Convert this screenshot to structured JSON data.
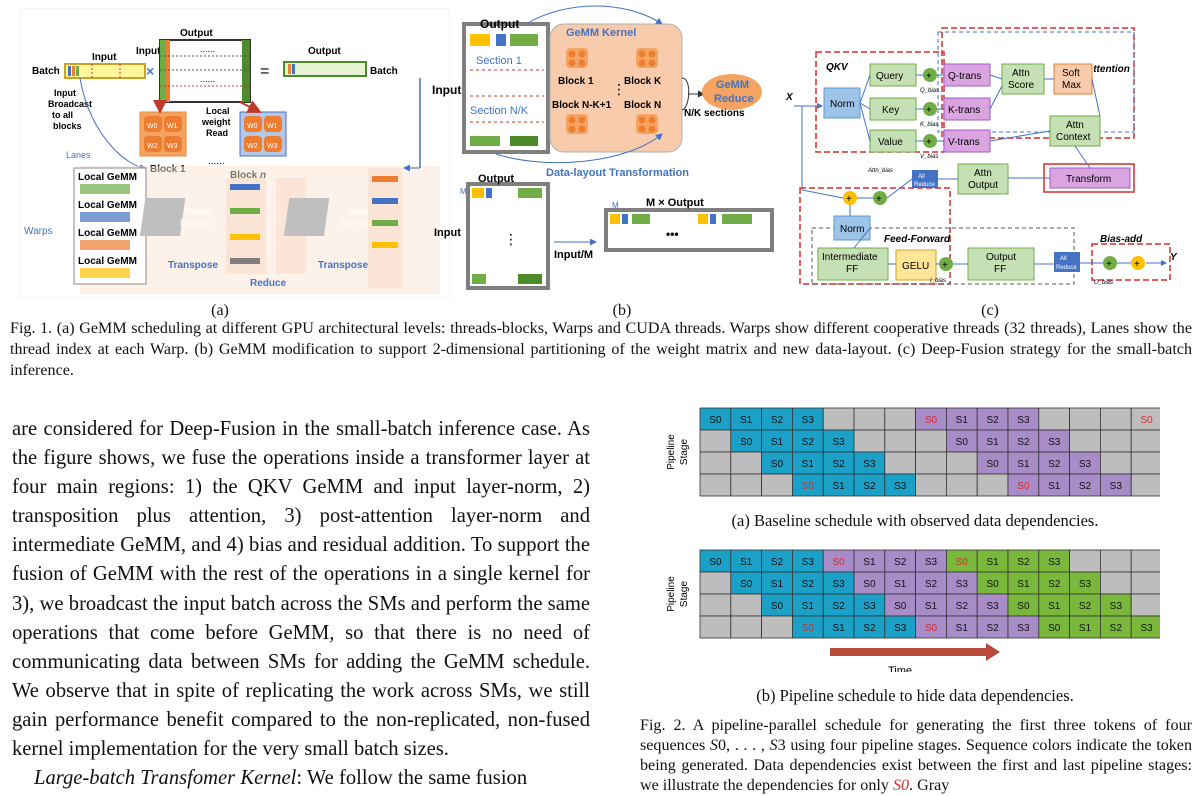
{
  "figure1": {
    "panel_a": {
      "sublabel": "(a)",
      "labels": {
        "input": "Input",
        "output": "Output",
        "batch": "Batch",
        "input_broadcast": [
          "Input",
          "Broadcast",
          "to all",
          "blocks"
        ],
        "local_weight_read": [
          "Local",
          "weight",
          "Read"
        ],
        "lanes": "Lanes",
        "warps": "Warps",
        "local_gemm": "Local GeMM",
        "block_1": "Block 1",
        "block_n": "Block ",
        "block_n_italic": "n",
        "dots": "......",
        "shared_memory": [
          "Shared",
          "Memory"
        ],
        "transpose": "Transpose",
        "reduce": "Reduce",
        "w0": "W0",
        "w1": "W1",
        "w2": "W2",
        "w3": "W3",
        "times": "×",
        "equals": "="
      }
    },
    "panel_b": {
      "sublabel": "(b)",
      "labels": {
        "output": "Output",
        "input": "Input",
        "section_1": "Section 1",
        "section_nk": "Section N/K",
        "gemm_kernel": "GeMM Kernel",
        "block_1": "Block 1",
        "block_k": "Block K",
        "block_nk1": "Block N-K+1",
        "block_n": "Block N",
        "gemm_reduce": [
          "GeMM",
          "Reduce"
        ],
        "nk_sections": "N/K sections",
        "data_layout": "Data-layout Transformation",
        "m": "M",
        "m_times_output": "M × Output",
        "input_m": "Input/M",
        "dots": "•••"
      }
    },
    "panel_c": {
      "sublabel": "(c)",
      "labels": {
        "qkv": "QKV",
        "attention": "Attention",
        "x": "X",
        "y": "Y",
        "norm": "Norm",
        "query": "Query",
        "key": "Key",
        "value": "Value",
        "q_bias": "Q_bias",
        "k_bias": "K_bias",
        "v_bias": "V_bias",
        "q_trans": "Q-trans",
        "k_trans": "K-trans",
        "v_trans": "V-trans",
        "attn_score": [
          "Attn",
          "Score"
        ],
        "soft_max": [
          "Soft",
          "Max"
        ],
        "attn_context": [
          "Attn",
          "Context"
        ],
        "transform": "Transform",
        "attn_output": [
          "Attn",
          "Output"
        ],
        "all_reduce": [
          "All",
          "Reduce"
        ],
        "attn_bias": "Attn_bias",
        "feed_forward": "Feed-Forward",
        "intermediate_ff": [
          "Intermediate",
          "FF"
        ],
        "gelu": "GELU",
        "i_bias": "I_bias",
        "output_ff": [
          "Output",
          "FF"
        ],
        "bias_add": "Bias-add",
        "o_bias": "O_bias",
        "plus": "+"
      }
    },
    "caption": "Fig. 1.   (a) GeMM scheduling at different GPU architectural levels: threads-blocks, Warps and CUDA threads. Warps show different cooperative threads (32 threads), Lanes show the thread index at each Warp. (b) GeMM modification to support 2-dimensional partitioning of the weight matrix and new data-layout. (c) Deep-Fusion strategy for the small-batch inference."
  },
  "body": {
    "paragraph1": "are considered for Deep-Fusion in the small-batch inference case. As the figure shows, we fuse the operations inside a transformer layer at four main regions: 1) the QKV GeMM and input layer-norm, 2) transposition plus attention, 3) post-attention layer-norm and intermediate GeMM, and 4) bias and residual addition. To support the fusion of GeMM with the rest of the operations in a single kernel for 3), we broadcast the input batch across the SMs and perform the same operations that come before GeMM, so that there is no need of communicating data between SMs for adding the GeMM schedule. We observe that in spite of replicating the work across SMs, we still gain performance benefit compared to the non-replicated, non-fused kernel implementation for the very small batch sizes.",
    "paragraph2_title": "Large-batch Transfomer Kernel",
    "paragraph2_text": ": We follow the same fusion"
  },
  "figure2": {
    "stage_label": [
      "Pipeline",
      "Stage"
    ],
    "time_label": "Time",
    "caption_a": "(a) Baseline schedule with observed data dependencies.",
    "caption_b": "(b) Pipeline schedule to hide data dependencies.",
    "caption_prefix": "Fig. 2.   A pipeline-parallel schedule for generating the first three tokens of four sequences ",
    "caption_seq_first": "S",
    "caption_seq_first_num": "0",
    "caption_seq_mid": ", . . . , ",
    "caption_seq_last": "S",
    "caption_seq_last_num": "3",
    "caption_mid": " using four pipeline stages. Sequence colors indicate the token being generated. Data dependencies exist between the first and last pipeline stages: we illustrate the dependencies for only ",
    "caption_red": "S0",
    "caption_suffix": ". Gray",
    "colors": {
      "token1": "#1ba1c8",
      "token2": "#a88cc8",
      "token3": "#79b83b",
      "idle": "#bdbdbd",
      "red_text": "#d92b2b",
      "arrow": "#b84a3a"
    },
    "schedule_a": [
      [
        [
          "S0",
          "c"
        ],
        [
          "S1",
          "c"
        ],
        [
          "S2",
          "c"
        ],
        [
          "S3",
          "c"
        ],
        [
          "",
          "g"
        ],
        [
          "",
          "g"
        ],
        [
          "",
          "g"
        ],
        [
          "S0",
          "pr"
        ],
        [
          "S1",
          "p"
        ],
        [
          "S2",
          "p"
        ],
        [
          "S3",
          "p"
        ],
        [
          "",
          "g"
        ],
        [
          "",
          "g"
        ],
        [
          "",
          "g"
        ],
        [
          "S0",
          "gr"
        ]
      ],
      [
        [
          "",
          "g"
        ],
        [
          "S0",
          "c"
        ],
        [
          "S1",
          "c"
        ],
        [
          "S2",
          "c"
        ],
        [
          "S3",
          "c"
        ],
        [
          "",
          "g"
        ],
        [
          "",
          "g"
        ],
        [
          "",
          "g"
        ],
        [
          "S0",
          "p"
        ],
        [
          "S1",
          "p"
        ],
        [
          "S2",
          "p"
        ],
        [
          "S3",
          "p"
        ],
        [
          "",
          "g"
        ],
        [
          "",
          "g"
        ],
        [
          "",
          "g"
        ]
      ],
      [
        [
          "",
          "g"
        ],
        [
          "",
          "g"
        ],
        [
          "S0",
          "c"
        ],
        [
          "S1",
          "c"
        ],
        [
          "S2",
          "c"
        ],
        [
          "S3",
          "c"
        ],
        [
          "",
          "g"
        ],
        [
          "",
          "g"
        ],
        [
          "",
          "g"
        ],
        [
          "S0",
          "p"
        ],
        [
          "S1",
          "p"
        ],
        [
          "S2",
          "p"
        ],
        [
          "S3",
          "p"
        ],
        [
          "",
          "g"
        ],
        [
          "",
          "g"
        ]
      ],
      [
        [
          "",
          "g"
        ],
        [
          "",
          "g"
        ],
        [
          "",
          "g"
        ],
        [
          "S0",
          "cr"
        ],
        [
          "S1",
          "c"
        ],
        [
          "S2",
          "c"
        ],
        [
          "S3",
          "c"
        ],
        [
          "",
          "g"
        ],
        [
          "",
          "g"
        ],
        [
          "",
          "g"
        ],
        [
          "S0",
          "pr"
        ],
        [
          "S1",
          "p"
        ],
        [
          "S2",
          "p"
        ],
        [
          "S3",
          "p"
        ],
        [
          "",
          "g"
        ]
      ]
    ],
    "schedule_b": [
      [
        [
          "S0",
          "c"
        ],
        [
          "S1",
          "c"
        ],
        [
          "S2",
          "c"
        ],
        [
          "S3",
          "c"
        ],
        [
          "S0",
          "pr"
        ],
        [
          "S1",
          "p"
        ],
        [
          "S2",
          "p"
        ],
        [
          "S3",
          "p"
        ],
        [
          "S0",
          "lr"
        ],
        [
          "S1",
          "l"
        ],
        [
          "S2",
          "l"
        ],
        [
          "S3",
          "l"
        ],
        [
          "",
          "g"
        ],
        [
          "",
          "g"
        ],
        [
          "",
          "g"
        ]
      ],
      [
        [
          "",
          "g"
        ],
        [
          "S0",
          "c"
        ],
        [
          "S1",
          "c"
        ],
        [
          "S2",
          "c"
        ],
        [
          "S3",
          "c"
        ],
        [
          "S0",
          "p"
        ],
        [
          "S1",
          "p"
        ],
        [
          "S2",
          "p"
        ],
        [
          "S3",
          "p"
        ],
        [
          "S0",
          "l"
        ],
        [
          "S1",
          "l"
        ],
        [
          "S2",
          "l"
        ],
        [
          "S3",
          "l"
        ],
        [
          "",
          "g"
        ],
        [
          "",
          "g"
        ]
      ],
      [
        [
          "",
          "g"
        ],
        [
          "",
          "g"
        ],
        [
          "S0",
          "c"
        ],
        [
          "S1",
          "c"
        ],
        [
          "S2",
          "c"
        ],
        [
          "S3",
          "c"
        ],
        [
          "S0",
          "p"
        ],
        [
          "S1",
          "p"
        ],
        [
          "S2",
          "p"
        ],
        [
          "S3",
          "p"
        ],
        [
          "S0",
          "l"
        ],
        [
          "S1",
          "l"
        ],
        [
          "S2",
          "l"
        ],
        [
          "S3",
          "l"
        ],
        [
          "",
          "g"
        ]
      ],
      [
        [
          "",
          "g"
        ],
        [
          "",
          "g"
        ],
        [
          "",
          "g"
        ],
        [
          "S0",
          "cr"
        ],
        [
          "S1",
          "c"
        ],
        [
          "S2",
          "c"
        ],
        [
          "S3",
          "c"
        ],
        [
          "S0",
          "pr"
        ],
        [
          "S1",
          "p"
        ],
        [
          "S2",
          "p"
        ],
        [
          "S3",
          "p"
        ],
        [
          "S0",
          "l"
        ],
        [
          "S1",
          "l"
        ],
        [
          "S2",
          "l"
        ],
        [
          "S3",
          "l"
        ]
      ]
    ]
  }
}
